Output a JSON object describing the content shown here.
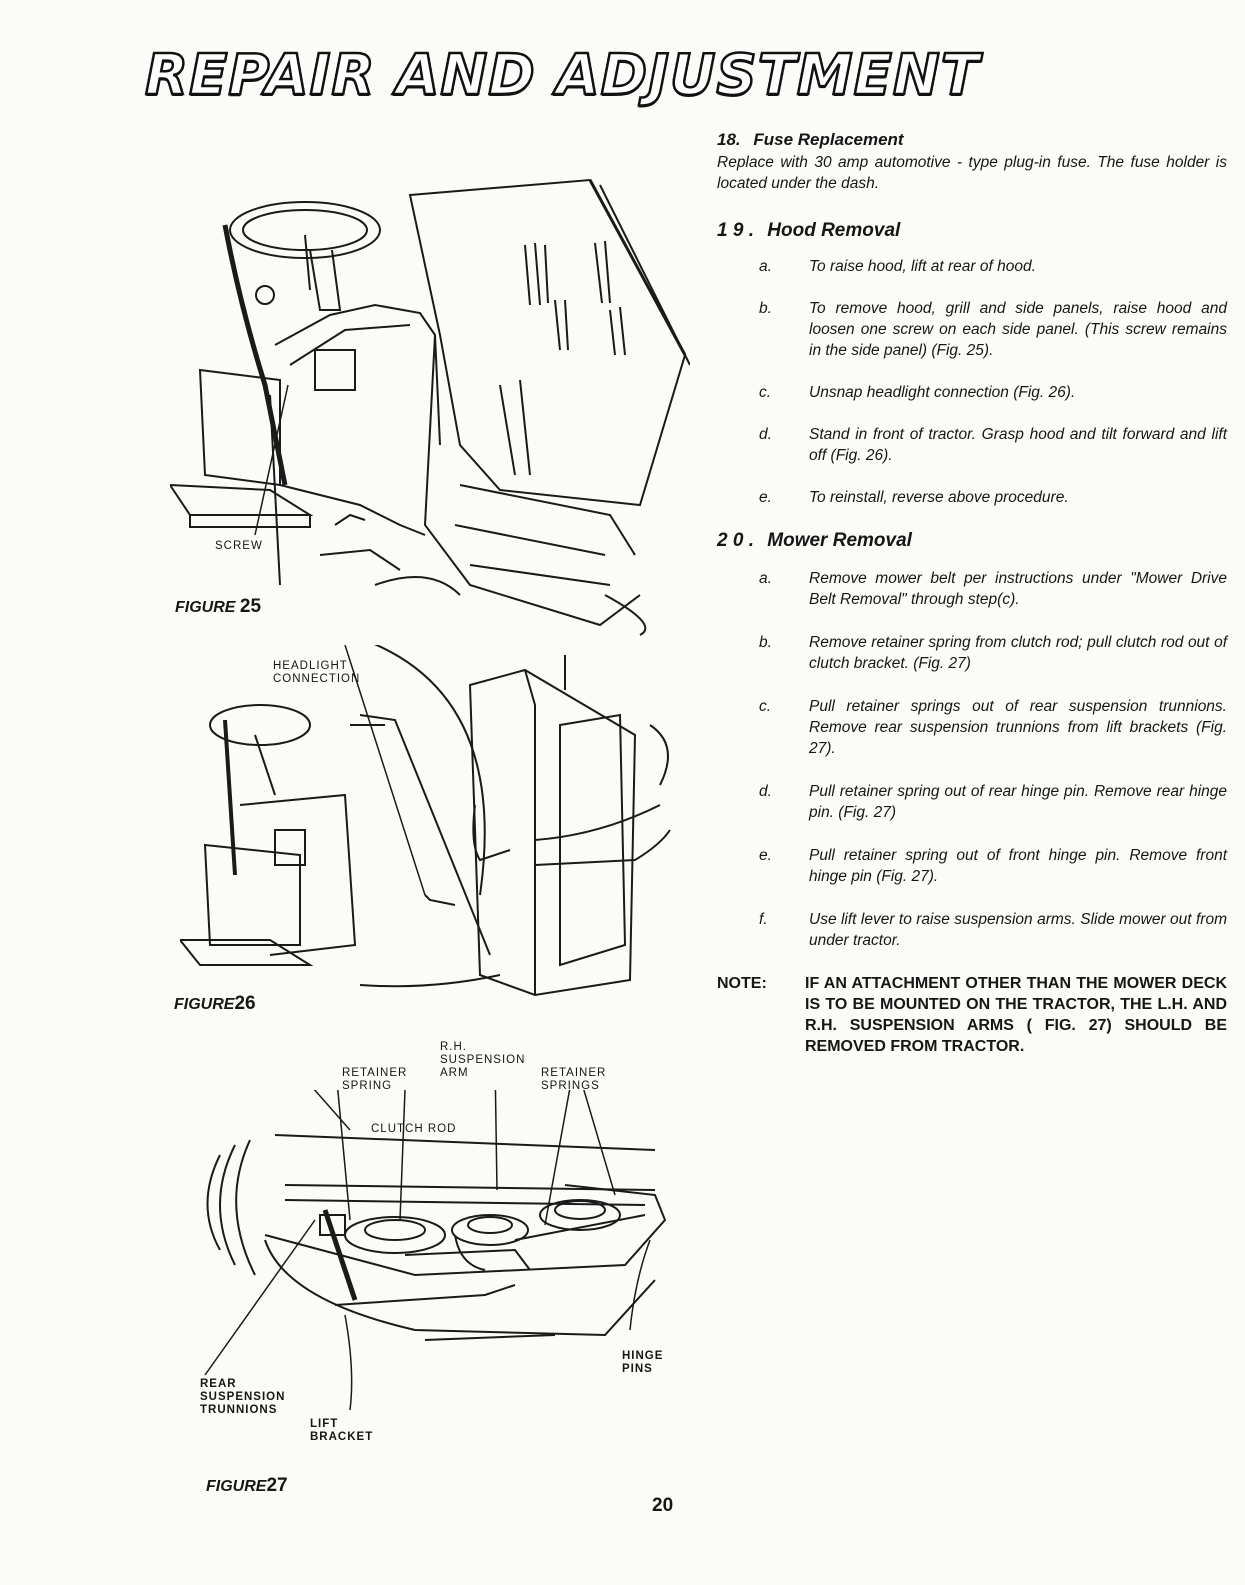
{
  "header": {
    "title": "REPAIR AND ADJUSTMENT"
  },
  "sections": [
    {
      "number": "18.",
      "title": "Fuse Replacement",
      "body": "Replace with 30 amp automotive - type plug-in fuse. The fuse holder is located under the dash."
    },
    {
      "number": "1 9 .",
      "title": "Hood Removal",
      "steps": [
        {
          "letter": "a.",
          "text": "To raise hood, lift at rear of hood."
        },
        {
          "letter": "b.",
          "text": "To remove hood, grill and side panels, raise hood and loosen one screw on each side panel. (This screw remains in the side panel) (Fig. 25)."
        },
        {
          "letter": "c.",
          "text": "Unsnap headlight connection (Fig. 26)."
        },
        {
          "letter": "d.",
          "text": "Stand in front of tractor. Grasp hood and tilt forward and lift off (Fig. 26)."
        },
        {
          "letter": "e.",
          "text": "To reinstall, reverse above procedure."
        }
      ]
    },
    {
      "number": "2 0 .",
      "title": "Mower Removal",
      "steps": [
        {
          "letter": "a.",
          "text": "Remove mower belt per instructions under \"Mower Drive Belt Removal\" through step(c)."
        },
        {
          "letter": "b.",
          "text": "Remove retainer spring from clutch rod; pull clutch rod out of clutch bracket. (Fig. 27)"
        },
        {
          "letter": "c.",
          "text": "Pull retainer springs out of rear suspension trunnions. Remove rear suspension trunnions from lift brackets (Fig. 27)."
        },
        {
          "letter": "d.",
          "text": "Pull retainer spring out of rear hinge pin. Remove rear hinge pin. (Fig. 27)"
        },
        {
          "letter": "e.",
          "text": "Pull retainer spring out of front hinge pin. Remove front hinge pin (Fig. 27)."
        },
        {
          "letter": "f.",
          "text": "Use lift lever to raise suspension arms. Slide mower out from under tractor."
        }
      ]
    }
  ],
  "note": {
    "label": "NOTE:",
    "text": "IF AN ATTACHMENT OTHER THAN THE MOWER DECK IS TO BE MOUNTED ON THE TRACTOR, THE L.H. AND R.H. SUSPENSION ARMS ( FIG. 27) SHOULD BE REMOVED FROM TRACTOR."
  },
  "figures": {
    "fig25": {
      "caption_word": "FIGURE",
      "caption_num": "25",
      "callouts": {
        "screw": "SCREW"
      }
    },
    "fig26": {
      "caption_word": "FIGURE",
      "caption_num": "26",
      "callouts": {
        "headlight": "HEADLIGHT\nCONNECTION"
      }
    },
    "fig27": {
      "caption_word": "FIGURE",
      "caption_num": "27",
      "callouts": {
        "rh_suspension_arm": "R.H.\nSUSPENSION\nARM",
        "retainer_spring": "RETAINER\nSPRING",
        "retainer_springs": "RETAINER\nSPRINGS",
        "clutch_rod": "CLUTCH ROD",
        "hinge_pins": "HINGE\nPINS",
        "rear_suspension_trunnions": "REAR\nSUSPENSION\nTRUNNIONS",
        "lift_bracket": "LIFT\nBRACKET"
      }
    }
  },
  "footer": {
    "page_number": "20"
  }
}
